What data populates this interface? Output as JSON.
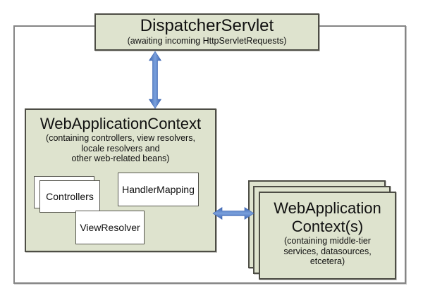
{
  "diagram": {
    "dispatcher": {
      "title": "DispatcherServlet",
      "subtitle": "(awaiting incoming HttpServletRequests)"
    },
    "web_application_context": {
      "title": "WebApplicationContext",
      "subtitle": "(containing controllers, view resolvers,\nlocale resolvers and\nother web-related beans)",
      "beans": {
        "controllers": "Controllers",
        "handler_mapping": "HandlerMapping",
        "view_resolver": "ViewResolver"
      }
    },
    "middle_tier_contexts": {
      "title": "WebApplication\nContext(s)",
      "subtitle": "(containing middle-tier\nservices, datasources,\netcetera)"
    },
    "colors": {
      "box_fill": "#dee3ce",
      "box_border": "#4d4d45",
      "outer_border": "#858585",
      "arrow_blue": "#4472c4",
      "arrow_blue_light": "#7aa0dc"
    }
  }
}
